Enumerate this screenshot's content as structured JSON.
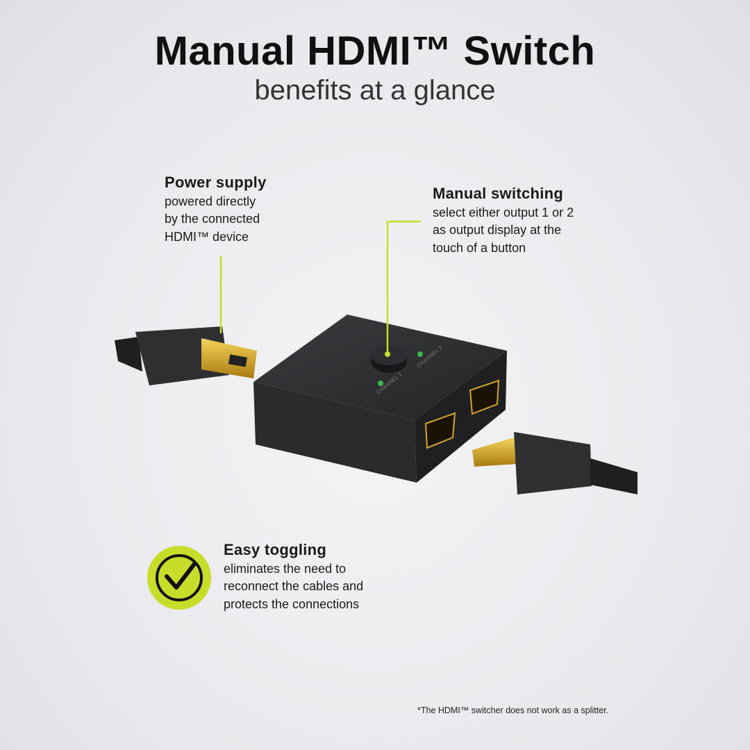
{
  "header": {
    "title": "Manual HDMI™ Switch",
    "subtitle": "benefits at a glance"
  },
  "callouts": [
    {
      "title": "Power supply",
      "text": "powered directly\nby the connected\nHDMI™ device"
    },
    {
      "title": "Manual switching",
      "text": "select either output 1 or 2\nas output display at the\ntouch of a button"
    },
    {
      "title": "Easy toggling",
      "text": "eliminates the need to\nreconnect the cables and\nprotects the connections"
    }
  ],
  "device": {
    "label_1": "CHANNEL 1",
    "label_2": "CHANNEL 2"
  },
  "footnote": "*The HDMI™ switcher does not work as a splitter.",
  "colors": {
    "accent": "#c8dc2a",
    "device": "#2b2c2e",
    "gold": "#d4a52a"
  },
  "icons": [
    "check-circle-icon"
  ]
}
